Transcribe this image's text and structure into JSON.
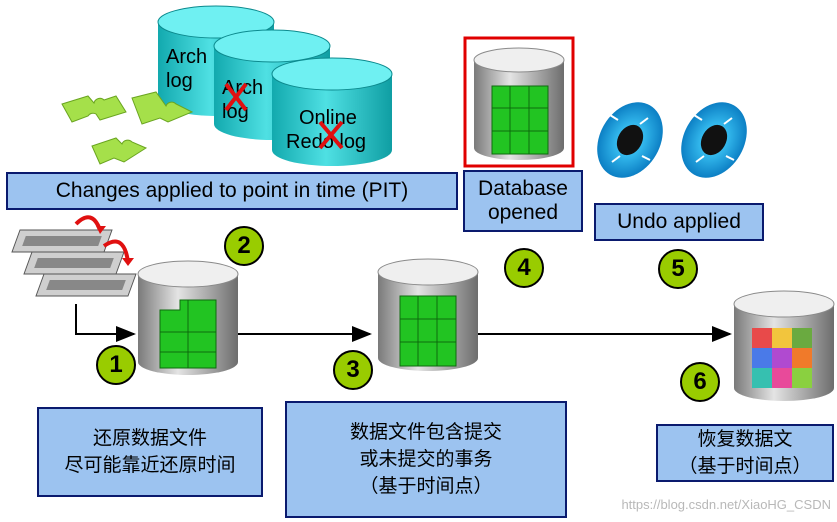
{
  "cylinders": {
    "arch1": [
      "Arch",
      "log"
    ],
    "arch2": [
      "Arch",
      "log"
    ],
    "online": [
      "Online",
      "Redo log"
    ]
  },
  "boxes": {
    "pit": "Changes applied to point in time (PIT)",
    "db_opened": [
      "Database",
      "opened"
    ],
    "undo": "Undo applied",
    "step1": [
      "还原数据文件",
      "尽可能靠近还原时间"
    ],
    "step3": [
      "数据文件包含提交",
      "或未提交的事务",
      "（基于时间点）"
    ],
    "step6": [
      "恢复数据文",
      "（基于时间点）"
    ]
  },
  "steps": [
    "1",
    "2",
    "3",
    "4",
    "5",
    "6"
  ],
  "watermark": "https://blog.csdn.net/XiaoHG_CSDN",
  "colors": {
    "box_fill": "#9cc3f0",
    "box_border": "#0a1a6e",
    "badge": "#99cc00",
    "cylinder_teal": "#2ec4c8",
    "puzzle_green": "#22c422",
    "cross": "#e01010",
    "highlight_frame": "#e00000",
    "undo_blue": "#1aa3e8"
  }
}
